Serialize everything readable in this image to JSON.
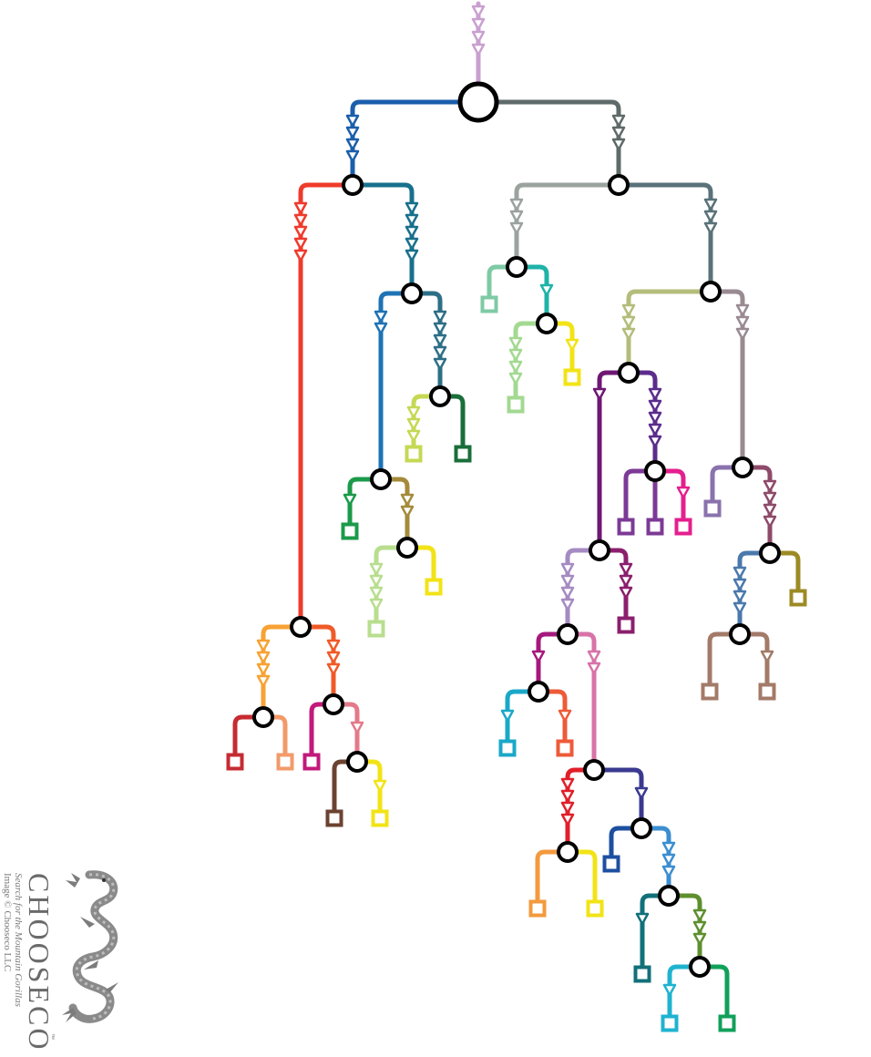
{
  "diagram": {
    "kind": "branching story map",
    "start_color": "#c9a0d0",
    "node_stroke": "#000000",
    "node_fill": "#ffffff"
  },
  "credit": {
    "brand": "CHOOSECO",
    "trademark": "™",
    "subtitle": "Search for the Mountain Gorillas",
    "copyright": "Image © Chooseco LLC",
    "logo_icon": "dragon-icon",
    "text_color": "#6e6e6e"
  }
}
